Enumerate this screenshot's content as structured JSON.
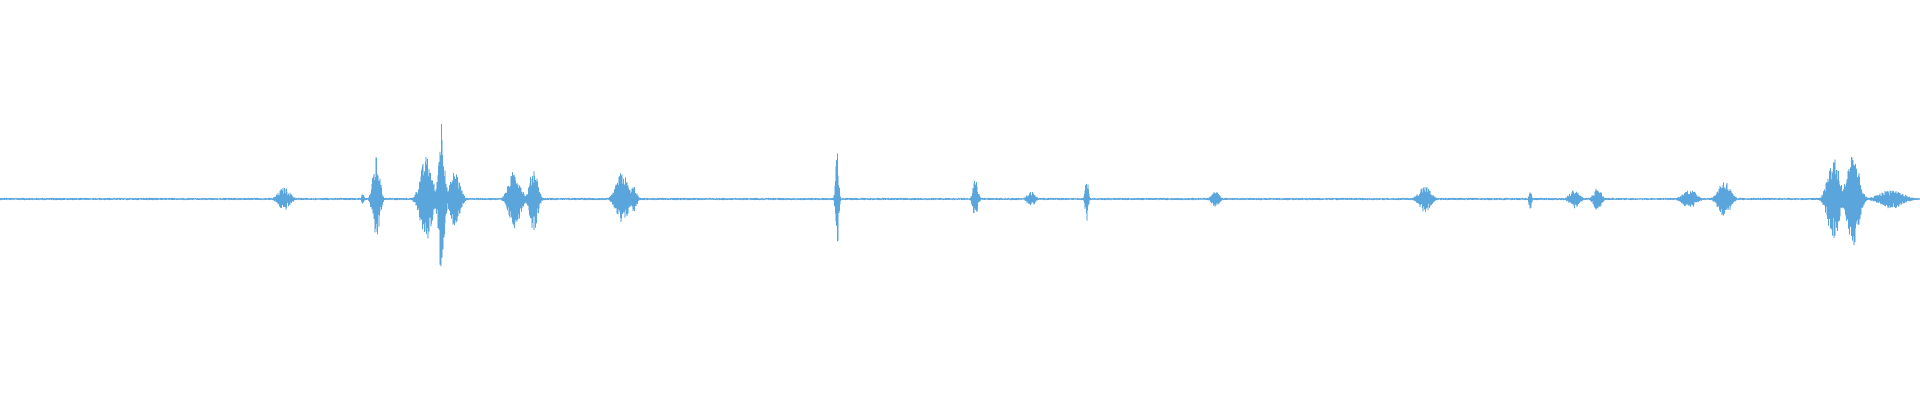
{
  "waveform": {
    "color": "#5aa6dc",
    "background": "#ffffff",
    "baseline_level": 0.006,
    "bursts": [
      {
        "pos": 0.148,
        "width": 0.006,
        "amp": 0.06
      },
      {
        "pos": 0.189,
        "width": 0.0012,
        "amp": 0.03
      },
      {
        "pos": 0.196,
        "width": 0.0035,
        "amp": 0.22
      },
      {
        "pos": 0.222,
        "width": 0.006,
        "amp": 0.22
      },
      {
        "pos": 0.23,
        "width": 0.003,
        "amp": 0.43
      },
      {
        "pos": 0.237,
        "width": 0.005,
        "amp": 0.15
      },
      {
        "pos": 0.268,
        "width": 0.006,
        "amp": 0.15
      },
      {
        "pos": 0.278,
        "width": 0.004,
        "amp": 0.17
      },
      {
        "pos": 0.324,
        "width": 0.006,
        "amp": 0.14
      },
      {
        "pos": 0.33,
        "width": 0.003,
        "amp": 0.07
      },
      {
        "pos": 0.436,
        "width": 0.0015,
        "amp": 0.28
      },
      {
        "pos": 0.508,
        "width": 0.0025,
        "amp": 0.1
      },
      {
        "pos": 0.537,
        "width": 0.004,
        "amp": 0.04
      },
      {
        "pos": 0.566,
        "width": 0.0015,
        "amp": 0.12
      },
      {
        "pos": 0.633,
        "width": 0.004,
        "amp": 0.04
      },
      {
        "pos": 0.742,
        "width": 0.006,
        "amp": 0.07
      },
      {
        "pos": 0.797,
        "width": 0.0012,
        "amp": 0.06
      },
      {
        "pos": 0.82,
        "width": 0.005,
        "amp": 0.05
      },
      {
        "pos": 0.832,
        "width": 0.004,
        "amp": 0.06
      },
      {
        "pos": 0.88,
        "width": 0.007,
        "amp": 0.05
      },
      {
        "pos": 0.898,
        "width": 0.006,
        "amp": 0.1
      },
      {
        "pos": 0.955,
        "width": 0.006,
        "amp": 0.22
      },
      {
        "pos": 0.965,
        "width": 0.006,
        "amp": 0.25
      },
      {
        "pos": 0.985,
        "width": 0.012,
        "amp": 0.05
      }
    ]
  }
}
